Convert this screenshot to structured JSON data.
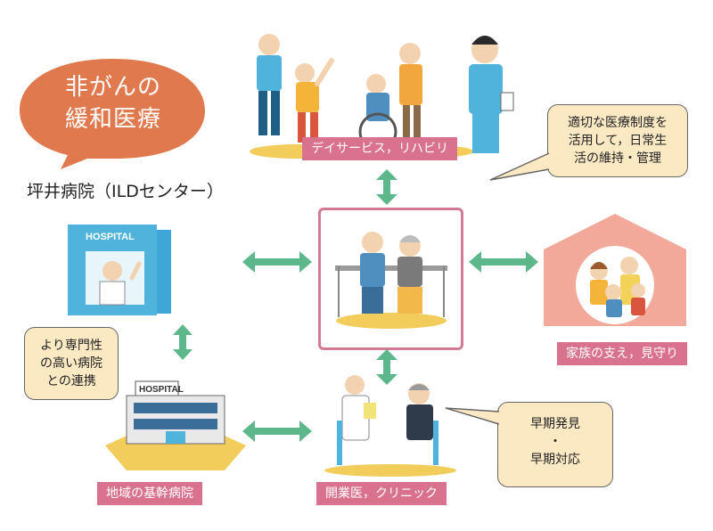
{
  "bubble": {
    "line1": "非がんの",
    "line2": "緩和医療"
  },
  "title": "坪井病院（ILDセンター）",
  "labels": {
    "day_service": "デイサービス，リハビリ",
    "family": "家族の支え，見守り",
    "regional_hospital": "地域の基幹病院",
    "clinic": "開業医，クリニック"
  },
  "callouts": {
    "medical_system": [
      "適切な医療制度を",
      "活用して，日常生",
      "活の維持・管理"
    ],
    "specialized": [
      "より専門性",
      "の高い病院",
      "との連携"
    ],
    "early": [
      "早期発見",
      "・",
      "早期対応"
    ]
  },
  "signs": {
    "hospital_top": "HOSPITAL",
    "hospital_bottom": "HOSPITAL"
  },
  "colors": {
    "arrow": "#5cb88a",
    "pink": "#d9728f",
    "orange": "#e07a4e",
    "cream": "#fbe9c4",
    "blue": "#4fb3dc"
  }
}
